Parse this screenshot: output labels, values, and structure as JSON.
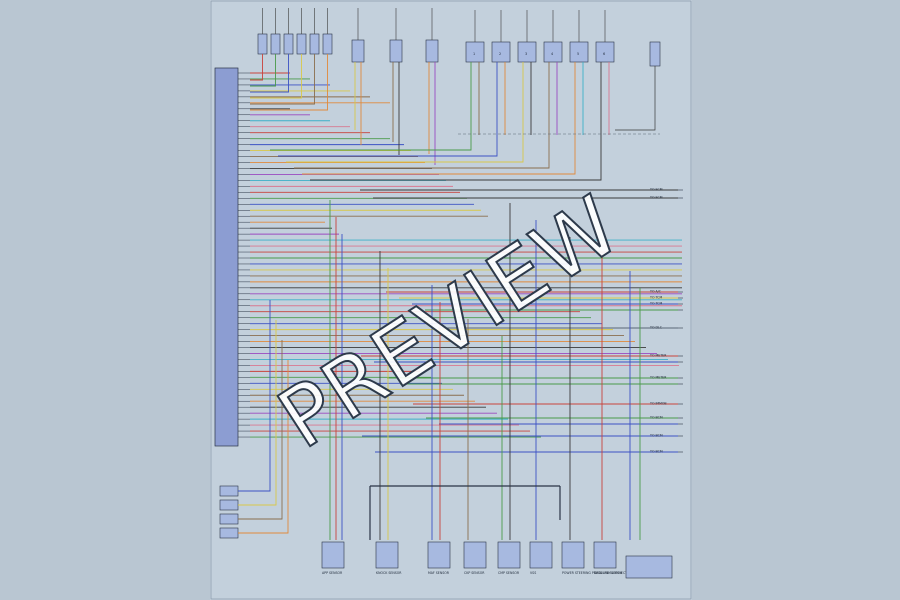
{
  "watermark": "PREVIEW",
  "colors": {
    "background": "#b9c6d2",
    "sheet": "#c3d0dc",
    "ecm_block": "#8c9dd2",
    "component_fill": "#a7b9e0",
    "outline": "#2a3446",
    "wires": [
      "#c8433c",
      "#4a9a4a",
      "#3c52c4",
      "#d8c84a",
      "#8a6e4e",
      "#e08a3c",
      "#3a3a3a",
      "#9a4ac0",
      "#3cb0c8",
      "#d87890"
    ]
  },
  "top_connectors": [
    "1",
    "2",
    "3",
    "4",
    "5",
    "6"
  ],
  "bottom_components": [
    "APP SENSOR",
    "KNOCK SENSOR",
    "MAF SENSOR",
    "CKP SENSOR",
    "CMP SENSOR",
    "VSS",
    "POWER STEERING PRESSURE SWITCH",
    "DATA LINK CONNECTOR"
  ],
  "right_labels": [
    "TO ECM",
    "TO ECM",
    "TO A/C",
    "TO TCM",
    "TO TCM",
    "TO DLC",
    "TO METER",
    "TO METER",
    "TO IMMOB",
    "TO BCM",
    "TO BCM",
    "TO BCM"
  ]
}
